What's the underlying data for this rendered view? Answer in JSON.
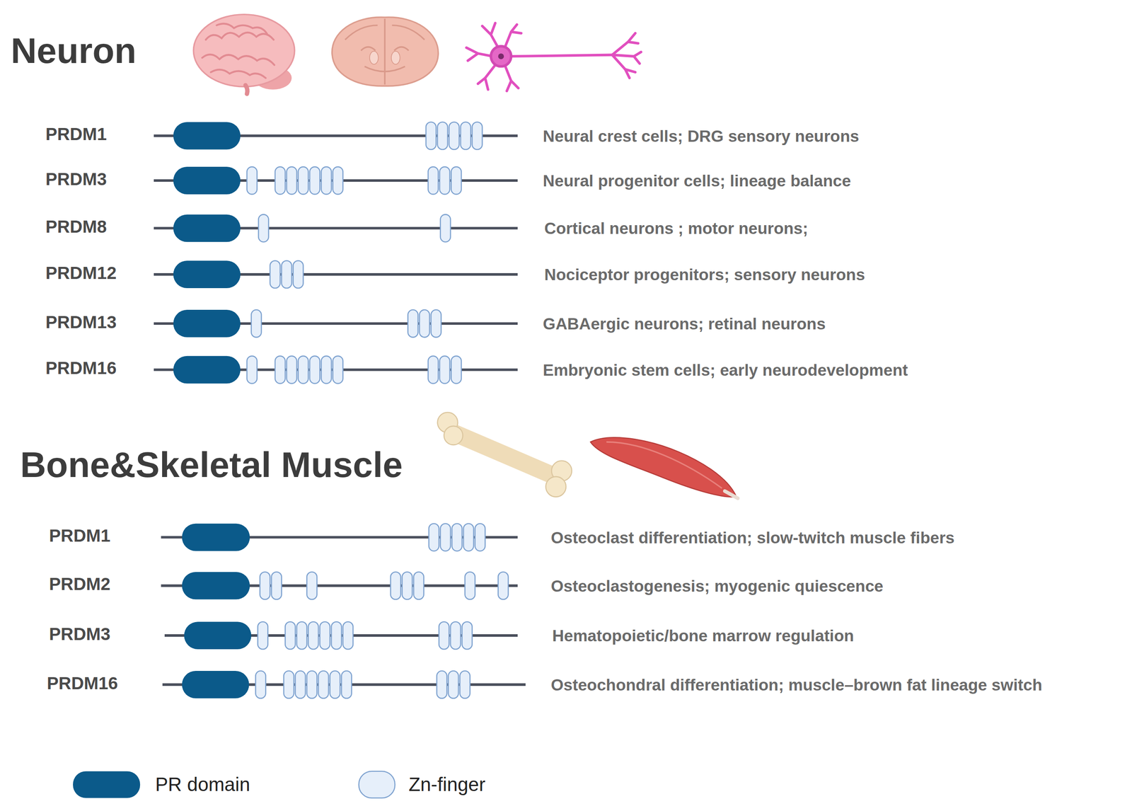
{
  "diagram": {
    "labels": [
      "Neuron",
      "PRDM1",
      "Neural crest cells; DRG sensory neurons",
      "PRDM3",
      "Neural progenitor cells; lineage balance",
      "PRDM8",
      "Cortical neurons ; motor neurons;",
      "PRDM12",
      "Nociceptor progenitors; sensory neurons",
      "PRDM13",
      "GABAergic neurons; retinal neurons",
      "PRDM16",
      "Embryonic stem cells; early neurodevelopment",
      "Bone&Skeletal Muscle",
      "PRDM1",
      "Osteoclast differentiation; slow-twitch muscle fibers",
      "PRDM2",
      "Osteoclastogenesis; myogenic quiescence",
      "PRDM3",
      "Hematopoietic/bone marrow regulation",
      "PRDM16",
      "Osteochondral differentiation; muscle–brown fat lineage switch"
    ],
    "legend": [
      {
        "text": "PR domain",
        "color": "#0b5a8a"
      },
      {
        "text": "Zn-finger",
        "color": "#e6effa"
      }
    ]
  }
}
